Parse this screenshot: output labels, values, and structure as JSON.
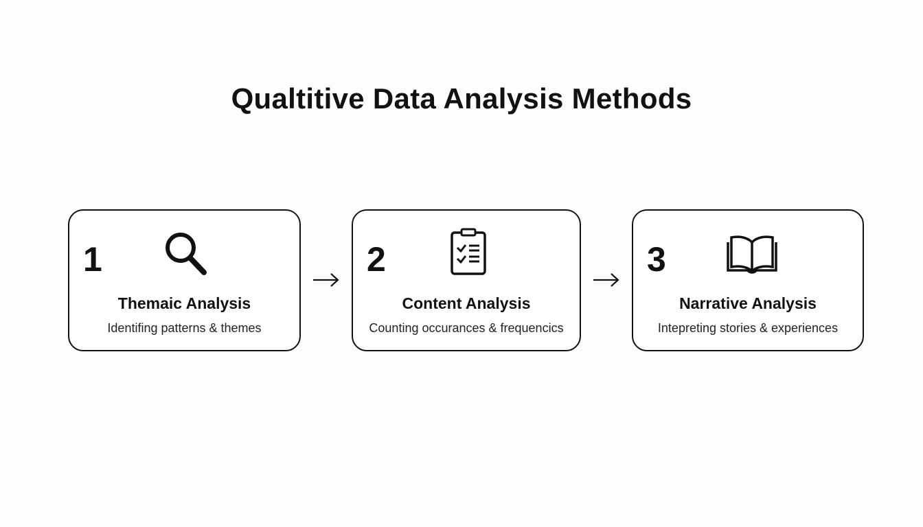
{
  "title": "Qualtitive Data Analysis Methods",
  "steps": [
    {
      "number": "1",
      "icon": "magnifying-glass-icon",
      "heading": "Themaic Analysis",
      "description": "Identifing patterns & themes"
    },
    {
      "number": "2",
      "icon": "clipboard-checklist-icon",
      "heading": "Content Analysis",
      "description": "Counting occurances & frequencics"
    },
    {
      "number": "3",
      "icon": "open-book-icon",
      "heading": "Narrative Analysis",
      "description": "Intepreting stories & experiences"
    }
  ]
}
